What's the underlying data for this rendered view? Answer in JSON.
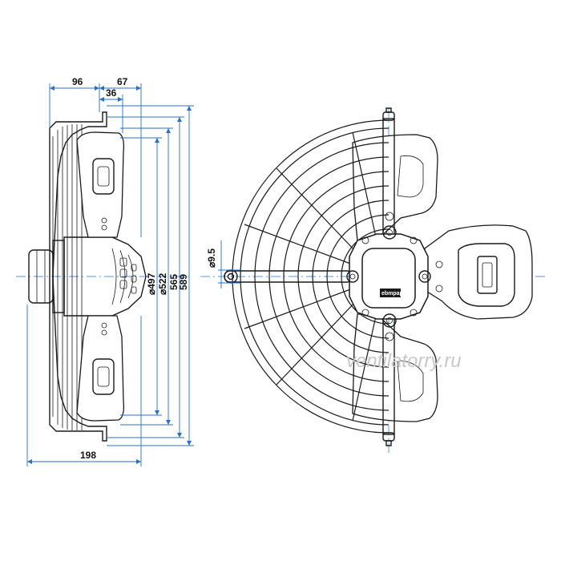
{
  "dimensions": {
    "d96": "96",
    "d67": "67",
    "d36": "36",
    "d198": "198",
    "d497": "⌀497",
    "d522": "⌀522",
    "d565": "565",
    "d589": "589",
    "d9_5": "⌀9.5"
  },
  "hub_logo": "ebmpapst",
  "watermark": "ventilatorry.ru",
  "colors": {
    "dimension_line": "#2b6fc2",
    "outline": "#1a1a1a",
    "watermark": "#c8c8c8"
  }
}
